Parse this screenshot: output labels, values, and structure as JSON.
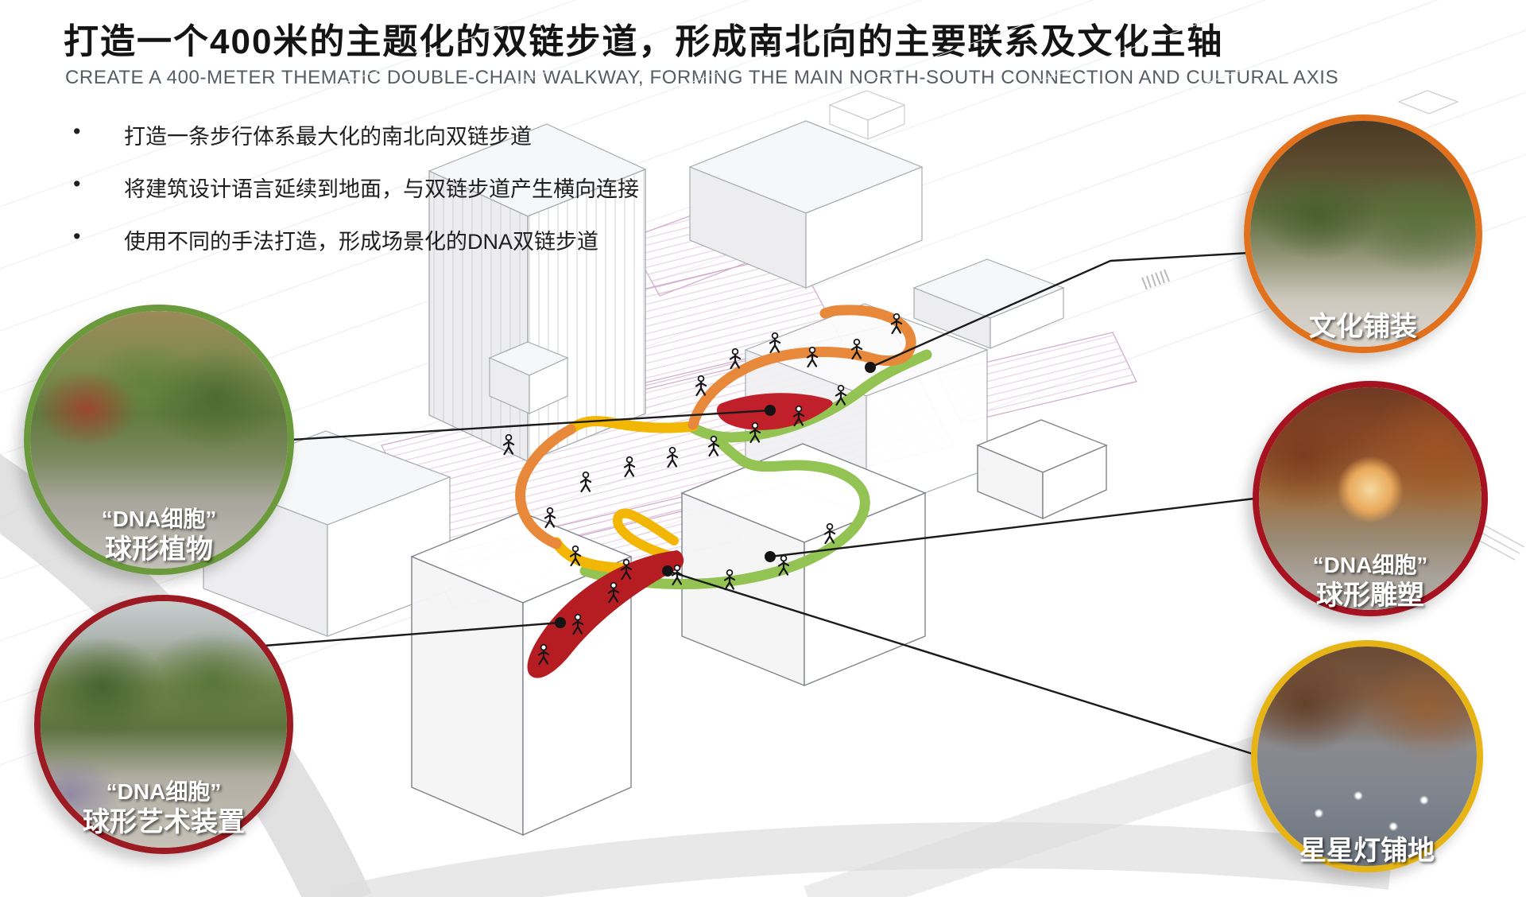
{
  "slide": {
    "title_zh": "打造一个400米的主题化的双链步道，形成南北向的主要联系及文化主轴",
    "subtitle_en": "CREATE A 400-METER THEMATIC DOUBLE-CHAIN WALKWAY, FORMING THE MAIN NORTH-SOUTH CONNECTION AND CULTURAL AXIS"
  },
  "bullet_marker": "•",
  "bullets": [
    {
      "text": "打造一条步行体系最大化的南北向双链步道"
    },
    {
      "text": "将建筑设计语言延续到地面，与双链步道产生横向连接"
    },
    {
      "text": "使用不同的手法打造，形成场景化的DNA双链步道"
    }
  ],
  "callouts": [
    {
      "id": "dna-cell-spherical-plants",
      "lines": [
        "“DNA细胞”",
        "球形植物"
      ],
      "border_color": "#6a9a3c",
      "position": "left-top"
    },
    {
      "id": "dna-cell-spherical-art-installation",
      "lines": [
        "“DNA细胞”",
        "球形艺术装置"
      ],
      "border_color": "#9c1b22",
      "position": "left-bottom"
    },
    {
      "id": "cultural-paving",
      "lines": [
        "文化铺装"
      ],
      "border_color": "#e2711d",
      "position": "right-top"
    },
    {
      "id": "dna-cell-spherical-sculpture",
      "lines": [
        "“DNA细胞”",
        "球形雕塑"
      ],
      "border_color": "#a6121f",
      "position": "right-middle"
    },
    {
      "id": "star-light-paving",
      "lines": [
        "星星灯铺地"
      ],
      "border_color": "#e7b416",
      "position": "right-bottom"
    }
  ],
  "diagram": {
    "ribbon_colors": {
      "orange": "#e8883a",
      "green": "#93c353",
      "yellow": "#f2b705",
      "red": "#be1e24"
    },
    "plaza_hatch_color": "#c79cc0",
    "leader_line_color": "#1b1b1b",
    "building_outline_color": "#a6abb0"
  }
}
